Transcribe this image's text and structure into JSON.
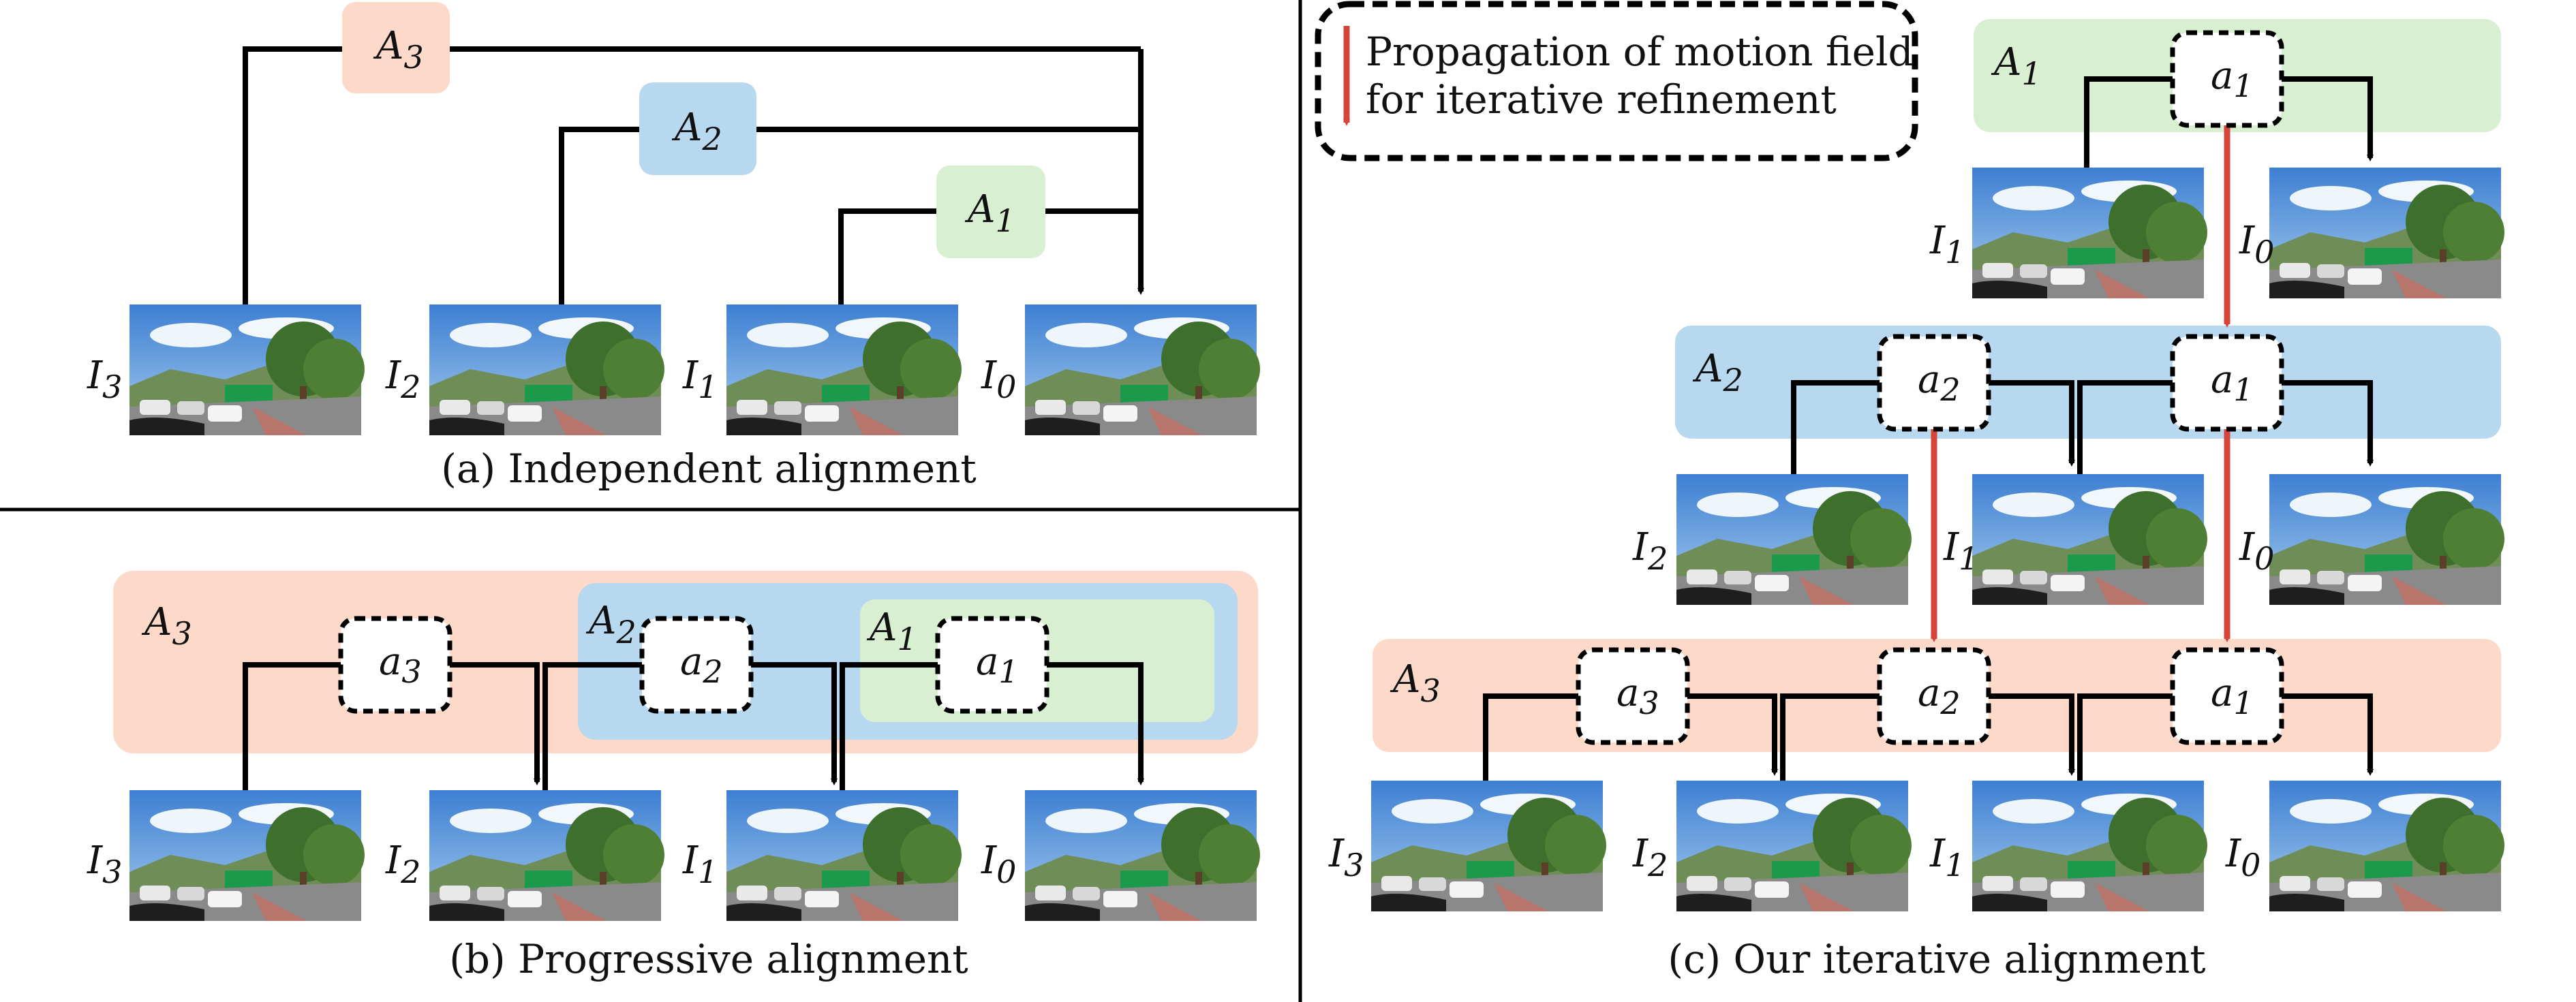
{
  "panels": {
    "a": {
      "caption": "(a) Independent alignment",
      "A3": "A",
      "A3_sub": "3",
      "A2": "A",
      "A2_sub": "2",
      "A1": "A",
      "A1_sub": "1"
    },
    "b": {
      "caption": "(b) Progressive alignment",
      "A3": "A",
      "A3_sub": "3",
      "A2": "A",
      "A2_sub": "2",
      "A1": "A",
      "A1_sub": "1"
    },
    "c": {
      "caption": "(c) Our iterative alignment",
      "A1": "A",
      "A1_sub": "1",
      "A2": "A",
      "A2_sub": "2",
      "A3": "A",
      "A3_sub": "3"
    }
  },
  "legend": {
    "line1": "Propagation of motion field",
    "line2": "for iterative refinement"
  },
  "frames": {
    "I3": "I",
    "I3_sub": "3",
    "I2": "I",
    "I2_sub": "2",
    "I1": "I",
    "I1_sub": "1",
    "I0": "I",
    "I0_sub": "0"
  },
  "ops": {
    "a": "a",
    "s1": "1",
    "s2": "2",
    "s3": "3"
  },
  "colors": {
    "orange": "#fcd9c8",
    "blue": "#b8d8ef",
    "green": "#d8efd2",
    "red": "#d5453a"
  }
}
